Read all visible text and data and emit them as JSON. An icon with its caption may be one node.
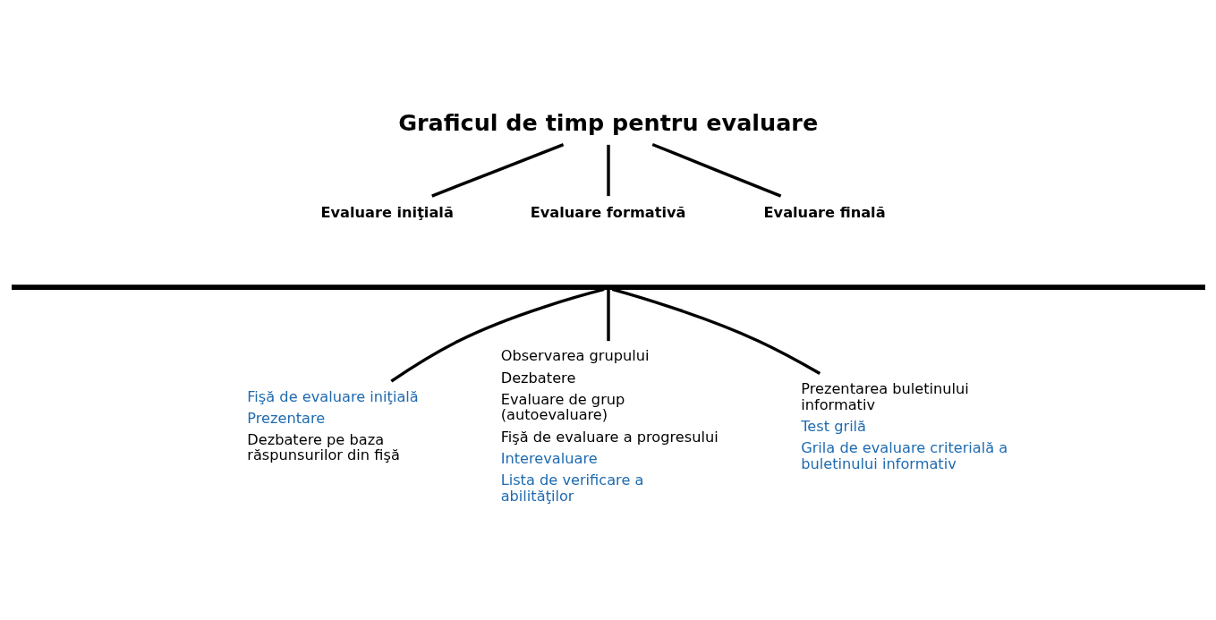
{
  "diagram": {
    "nodes": [
      {
        "text": [
          "Graficul de timp pentru evaluare"
        ]
      },
      {
        "text": [
          "Evaluare iniţială"
        ]
      },
      {
        "text": [
          "Evaluare formativă"
        ]
      },
      {
        "text": [
          "Evaluare finală"
        ]
      },
      {
        "text": [],
        "shape": "bar"
      },
      {
        "text": [
          "Fişă de evaluare iniţială",
          "Prezentare",
          "Dezbatere pe baza răspunsurilor din fişă"
        ]
      },
      {
        "text": [
          "Observarea grupului",
          "Dezbatere",
          "Evaluare de grup (autoevaluare)",
          "Fişă de evaluare a progresului",
          "Interevaluare",
          "Lista de verificare a abilităţilor"
        ]
      },
      {
        "text": [
          "Prezentarea buletinului informativ",
          "Test grilă",
          "Grila de evaluare criterială a buletinului informativ"
        ]
      }
    ],
    "edges": [
      {
        "from": 0,
        "to": 1,
        "arrow": "none"
      },
      {
        "from": 0,
        "to": 2,
        "arrow": "none"
      },
      {
        "from": 0,
        "to": 3,
        "arrow": "none"
      },
      {
        "from": 4,
        "to": 5,
        "arrow": "none"
      },
      {
        "from": 4,
        "to": 6,
        "arrow": "none"
      },
      {
        "from": 4,
        "to": 7,
        "arrow": "none"
      }
    ]
  }
}
